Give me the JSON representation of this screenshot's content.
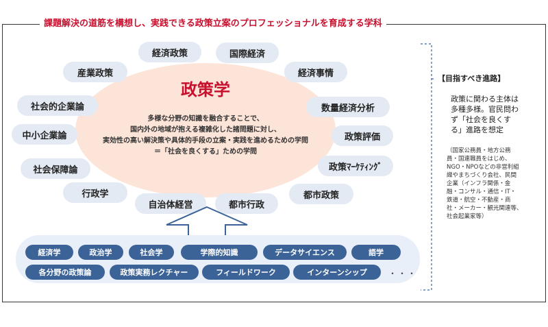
{
  "title": "課題解決の道筋を構想し、実践できる政策立案のプロフェッショナルを育成する学科",
  "center": {
    "title": "政策学",
    "description": [
      "多様な分野の知識を融合することで、",
      "国内外の地域が抱える複雑化した諸問題に対し、",
      "実効性の高い解決策や具体的手段の立案・実践を進めるための学問",
      "＝「社会を良くする」ための学問"
    ]
  },
  "fields": [
    "経済政策",
    "国際経済",
    "産業政策",
    "経済事情",
    "社会的企業論",
    "数量経済分析",
    "中小企業論",
    "政策評価",
    "社会保障論",
    "政策ﾏｰｹﾃｨﾝｸﾞ",
    "行政学",
    "都市政策",
    "自治体経営",
    "都市行政"
  ],
  "foundation": {
    "row1": [
      "経済学",
      "政治学",
      "社会学",
      "学際的知識",
      "データサイエンス",
      "語学"
    ],
    "row2": [
      "各分野の政策論",
      "政策実務レクチャー",
      "フィールドワーク",
      "インターンシップ"
    ],
    "ellipsis": "・・・"
  },
  "career": {
    "heading": "【目指すべき進路】",
    "main": [
      "政策に関わる主体は",
      "多種多様。官民問わ",
      "ず「社会を良くす",
      "る」進路を想定"
    ],
    "note": [
      "（国家公務員・地方公務",
      "員・国連職員をはじめ、",
      "NGO・NPOなどの非営利組",
      "織やまちづくり会社、民間",
      "企業（インフラ関係・金",
      "融・コンサル・通信・IT・",
      "鉄道・航空・不動産・商",
      "社・メーカー・観光関連等、",
      "社会起業家等）"
    ]
  },
  "colors": {
    "accent": "#c8102e",
    "ellipse": "#fde4d8",
    "pill": "#e4eaf3",
    "chip": "#3c6397",
    "tray": "#e8eff8",
    "bracket": "#3c6397"
  }
}
